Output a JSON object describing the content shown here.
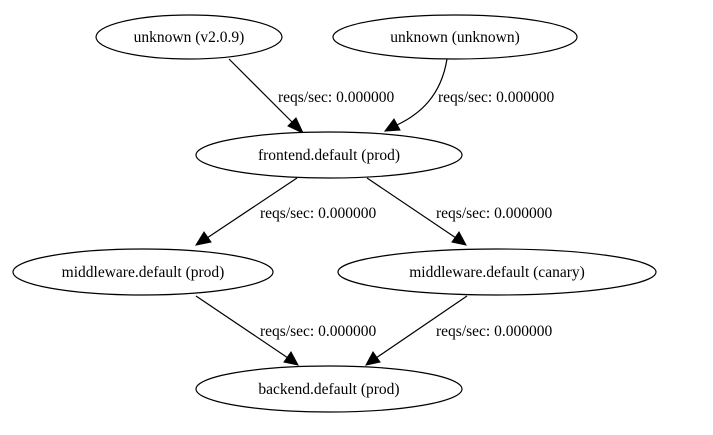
{
  "nodes": {
    "unknown_v209": "unknown (v2.0.9)",
    "unknown_unknown": "unknown (unknown)",
    "frontend_prod": "frontend.default (prod)",
    "middleware_prod": "middleware.default (prod)",
    "middleware_canary": "middleware.default (canary)",
    "backend_prod": "backend.default (prod)"
  },
  "edges": {
    "unknown_v209_to_frontend": "reqs/sec: 0.000000",
    "unknown_unknown_to_frontend": "reqs/sec: 0.000000",
    "frontend_to_middleware_prod": "reqs/sec: 0.000000",
    "frontend_to_middleware_canary": "reqs/sec: 0.000000",
    "middleware_prod_to_backend": "reqs/sec: 0.000000",
    "middleware_canary_to_backend": "reqs/sec: 0.000000"
  }
}
